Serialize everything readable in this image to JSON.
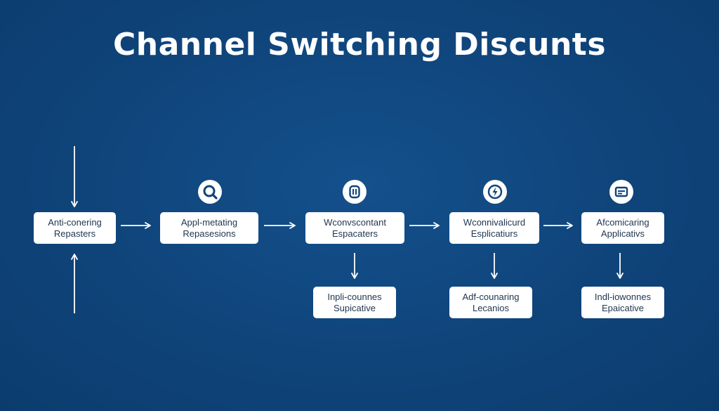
{
  "title": "Channel Switching Discunts",
  "colors": {
    "background": "#0f447a",
    "box": "#ffffff",
    "box_text": "#1e3550",
    "arrow": "#ffffff"
  },
  "main_row": [
    {
      "line1": "Anti-conering",
      "line2": "Repasters",
      "icon": ""
    },
    {
      "line1": "Appl-metating",
      "line2": "Repasesions",
      "icon": "magnifier-icon"
    },
    {
      "line1": "Wconvscontant",
      "line2": "Espacaters",
      "icon": "pause-icon"
    },
    {
      "line1": "Wconnivalicurd",
      "line2": "Esplicatiurs",
      "icon": "lightning-icon"
    },
    {
      "line1": "Afcomicaring",
      "line2": "Applicativs",
      "icon": "card-icon"
    }
  ],
  "sub_row": [
    {
      "line1": "Inpli-counnes",
      "line2": "Supicative"
    },
    {
      "line1": "Adf-counaring",
      "line2": "Lecanios"
    },
    {
      "line1": "Indl-iowonnes",
      "line2": "Epaicative"
    }
  ]
}
